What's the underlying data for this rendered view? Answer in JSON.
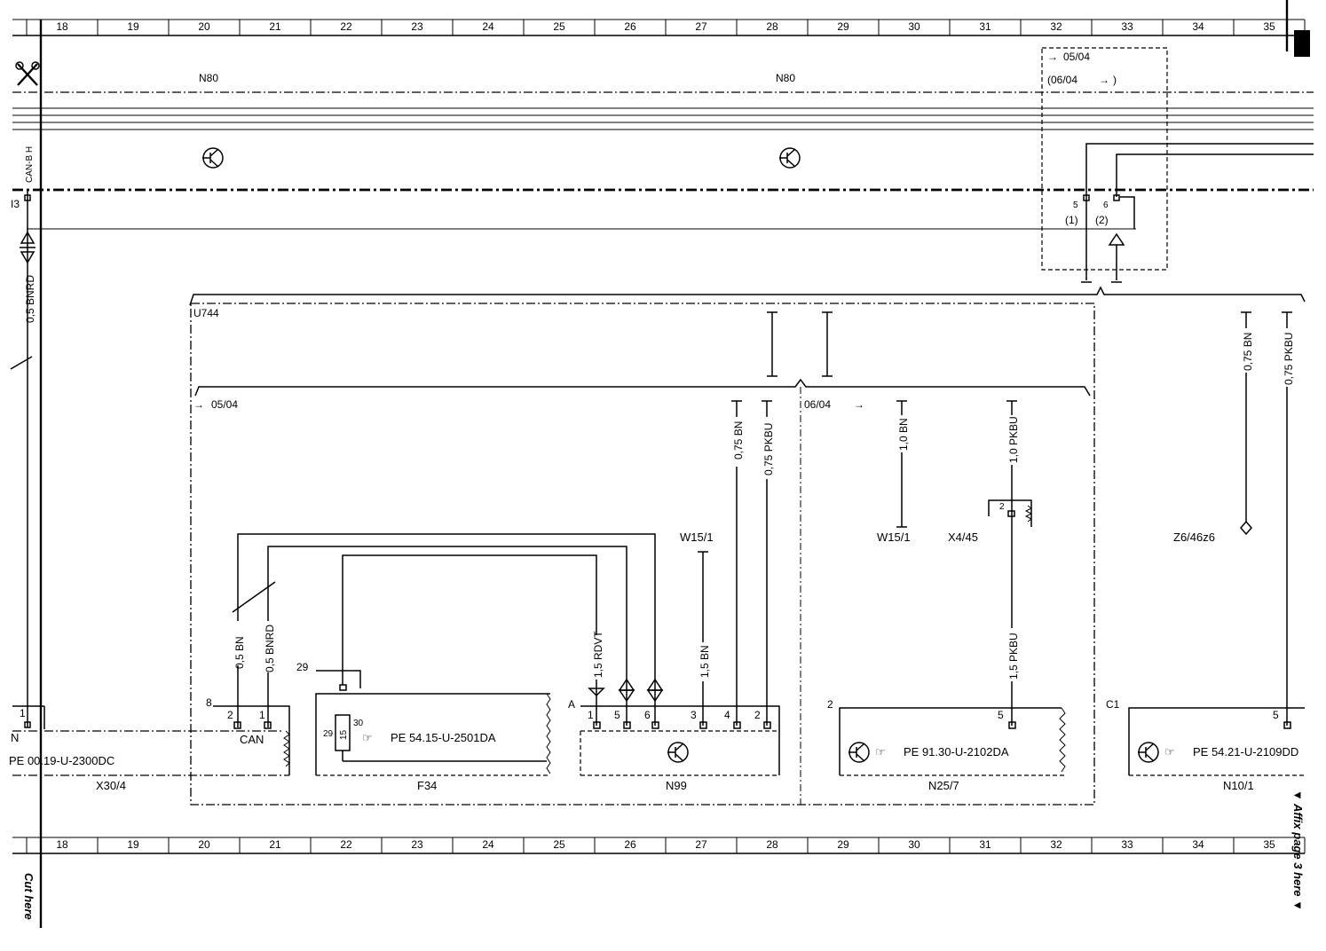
{
  "grid": {
    "columns": [
      "18",
      "19",
      "20",
      "21",
      "22",
      "23",
      "24",
      "25",
      "26",
      "27",
      "28",
      "29",
      "30",
      "31",
      "32",
      "33",
      "34",
      "35"
    ]
  },
  "side": {
    "left_wire_label": "0,5 BNRD",
    "can_label": "CAN-B H",
    "conn_i3": "I3",
    "pin_left": "1",
    "cut_here": "Cut here",
    "affix_here": "▼ Affix page 3 here ▼",
    "n_label": "N",
    "pe_left": "PE 00.19-U-2300DC"
  },
  "top": {
    "n80_left": "N80",
    "n80_right": "N80",
    "ref_0504": "05/04",
    "ref_0604": "(06/04",
    "ref_close": ")",
    "pin5": "5",
    "pin6": "6",
    "pin5_alt": "(1)",
    "pin6_alt": "(2)"
  },
  "u744": {
    "label": "U744",
    "ref_0504": "05/04",
    "ref_0604": "06/04"
  },
  "wires": {
    "w_075bn_a": "0,75 BN",
    "w_075pkbu_a": "0,75 PKBU",
    "w_10bn": "1,0 BN",
    "w_10pkbu": "1,0 PKBU",
    "w_075bn_b": "0,75 BN",
    "w_075pkbu_b": "0,75 PKBU",
    "w_05bn": "0,5 BN",
    "w_05bnrd": "0,5 BNRD",
    "w_15rdvt": "1,5 RDVT",
    "w_15bn": "1,5 BN",
    "w_15pkbu": "1,5 PKBU"
  },
  "components": {
    "w151_a": "W15/1",
    "w151_b": "W15/1",
    "x445": "X4/45",
    "z646": "Z6/46z6",
    "x304": "X30/4",
    "f34": "F34",
    "n99": "N99",
    "n257": "N25/7",
    "n101": "N10/1",
    "can": "CAN",
    "f34_pe": "PE 54.15-U-2501DA",
    "n257_pe": "PE 91.30-U-2102DA",
    "n101_pe": "PE 54.21-U-2109DD"
  },
  "pins": {
    "x304_conn": "8",
    "x304_p2": "2",
    "x304_p1": "1",
    "f34_conn": "29",
    "f34_p29": "29",
    "f34_p15": "15",
    "f34_p30": "30",
    "n99_conn": "A",
    "n99_p1": "1",
    "n99_p5": "5",
    "n99_p6": "6",
    "n99_p3": "3",
    "n99_p4": "4",
    "n99_p2": "2",
    "n257_conn": "2",
    "n257_p5": "5",
    "n101_conn": "C1",
    "n101_p5": "5",
    "x445_p2": "2"
  }
}
